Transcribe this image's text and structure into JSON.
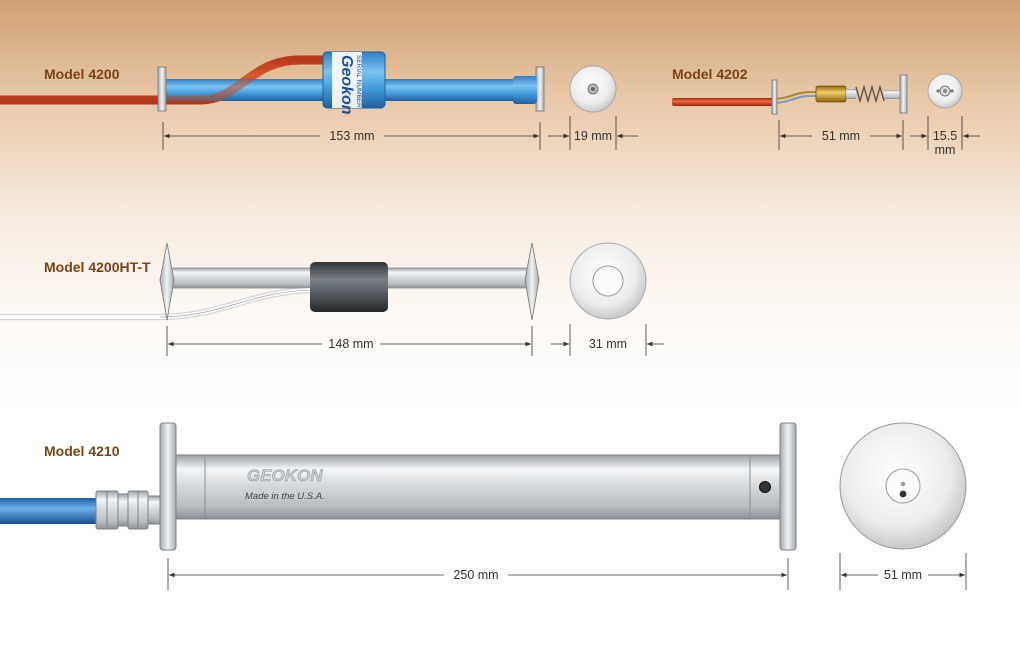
{
  "models": [
    {
      "id": "4200",
      "label": "Model 4200",
      "length": "153 mm",
      "diameter": "19 mm"
    },
    {
      "id": "4202",
      "label": "Model 4202",
      "length": "51 mm",
      "diameter_value": "15.5",
      "diameter_unit": "mm"
    },
    {
      "id": "4200HT-T",
      "label": "Model 4200HT-T",
      "length": "148 mm",
      "diameter": "31 mm"
    },
    {
      "id": "4210",
      "label": "Model 4210",
      "length": "250 mm",
      "diameter": "51 mm"
    }
  ],
  "branding": {
    "logo_4200": "Geokon",
    "serial_4200": "SERIAL NUMBER",
    "logo_4210": "GEOKON",
    "made_in_4210": "Made in the U.S.A."
  }
}
